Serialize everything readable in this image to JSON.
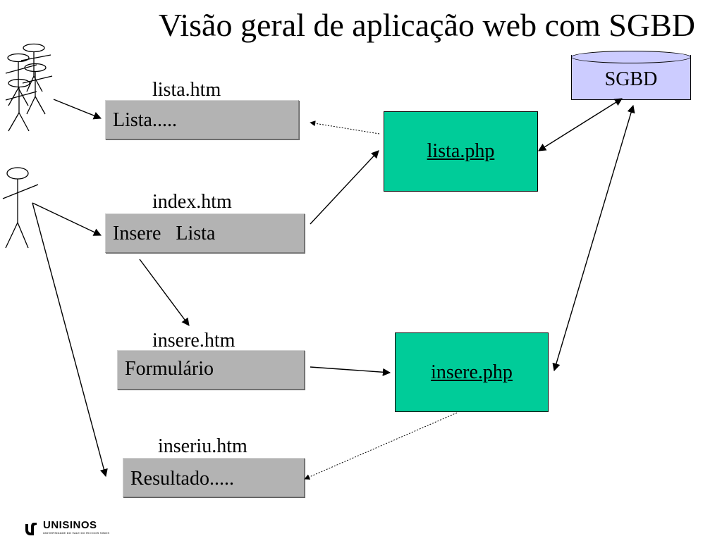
{
  "title": "Visão geral de aplicação web com SGBD",
  "database": {
    "label": "SGBD",
    "fill": "#ccccff"
  },
  "pages": {
    "lista": {
      "file_label": "lista.htm",
      "content": "Lista....."
    },
    "index": {
      "file_label": "index.htm",
      "content": "Insere   Lista"
    },
    "insere": {
      "file_label": "insere.htm",
      "content": "Formulário"
    },
    "inseriu": {
      "file_label": "inseriu.htm",
      "content": "Resultado....."
    }
  },
  "scripts": {
    "lista_php": {
      "label": "lista.php"
    },
    "insere_php": {
      "label": "insere.php"
    }
  },
  "colors": {
    "page_box": "#b3b3b3",
    "script_box": "#00cc99",
    "database": "#ccccff"
  },
  "actors": {
    "group_icon": "users-group-icon",
    "single_icon": "user-icon"
  },
  "logo": {
    "wordmark": "UNISINOS",
    "tagline": "UNIVERSIDADE DO VALE DO RIO DOS SINOS"
  }
}
